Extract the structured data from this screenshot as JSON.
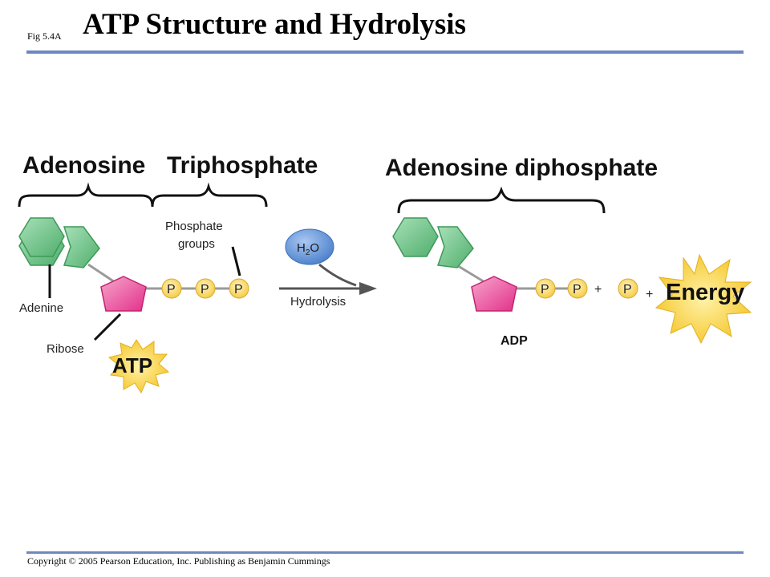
{
  "header": {
    "fig_label": "Fig 5.4A",
    "title": "ATP Structure and Hydrolysis"
  },
  "labels": {
    "adenosine": "Adenosine",
    "triphosphate": "Triphosphate",
    "adenosine_diphosphate": "Adenosine diphosphate",
    "phosphate_groups_line1": "Phosphate",
    "phosphate_groups_line2": "groups",
    "adenine": "Adenine",
    "ribose": "Ribose",
    "atp": "ATP",
    "water_h": "H",
    "water_sub": "2",
    "water_o": "O",
    "hydrolysis": "Hydrolysis",
    "phosphate": "P",
    "plus": "+",
    "energy": "Energy",
    "adp": "ADP"
  },
  "colors": {
    "adenine_green": "#5fbf7c",
    "ribose_pink": "#e4418f",
    "phosphate_yellow": "#f7d860",
    "water_blue": "#5b8fd6",
    "starburst_yellow": "#f6cf3a",
    "rule_blue": "#6f87bf"
  },
  "footer": {
    "copyright": "Copyright © 2005 Pearson Education, Inc. Publishing as Benjamin Cummings"
  }
}
